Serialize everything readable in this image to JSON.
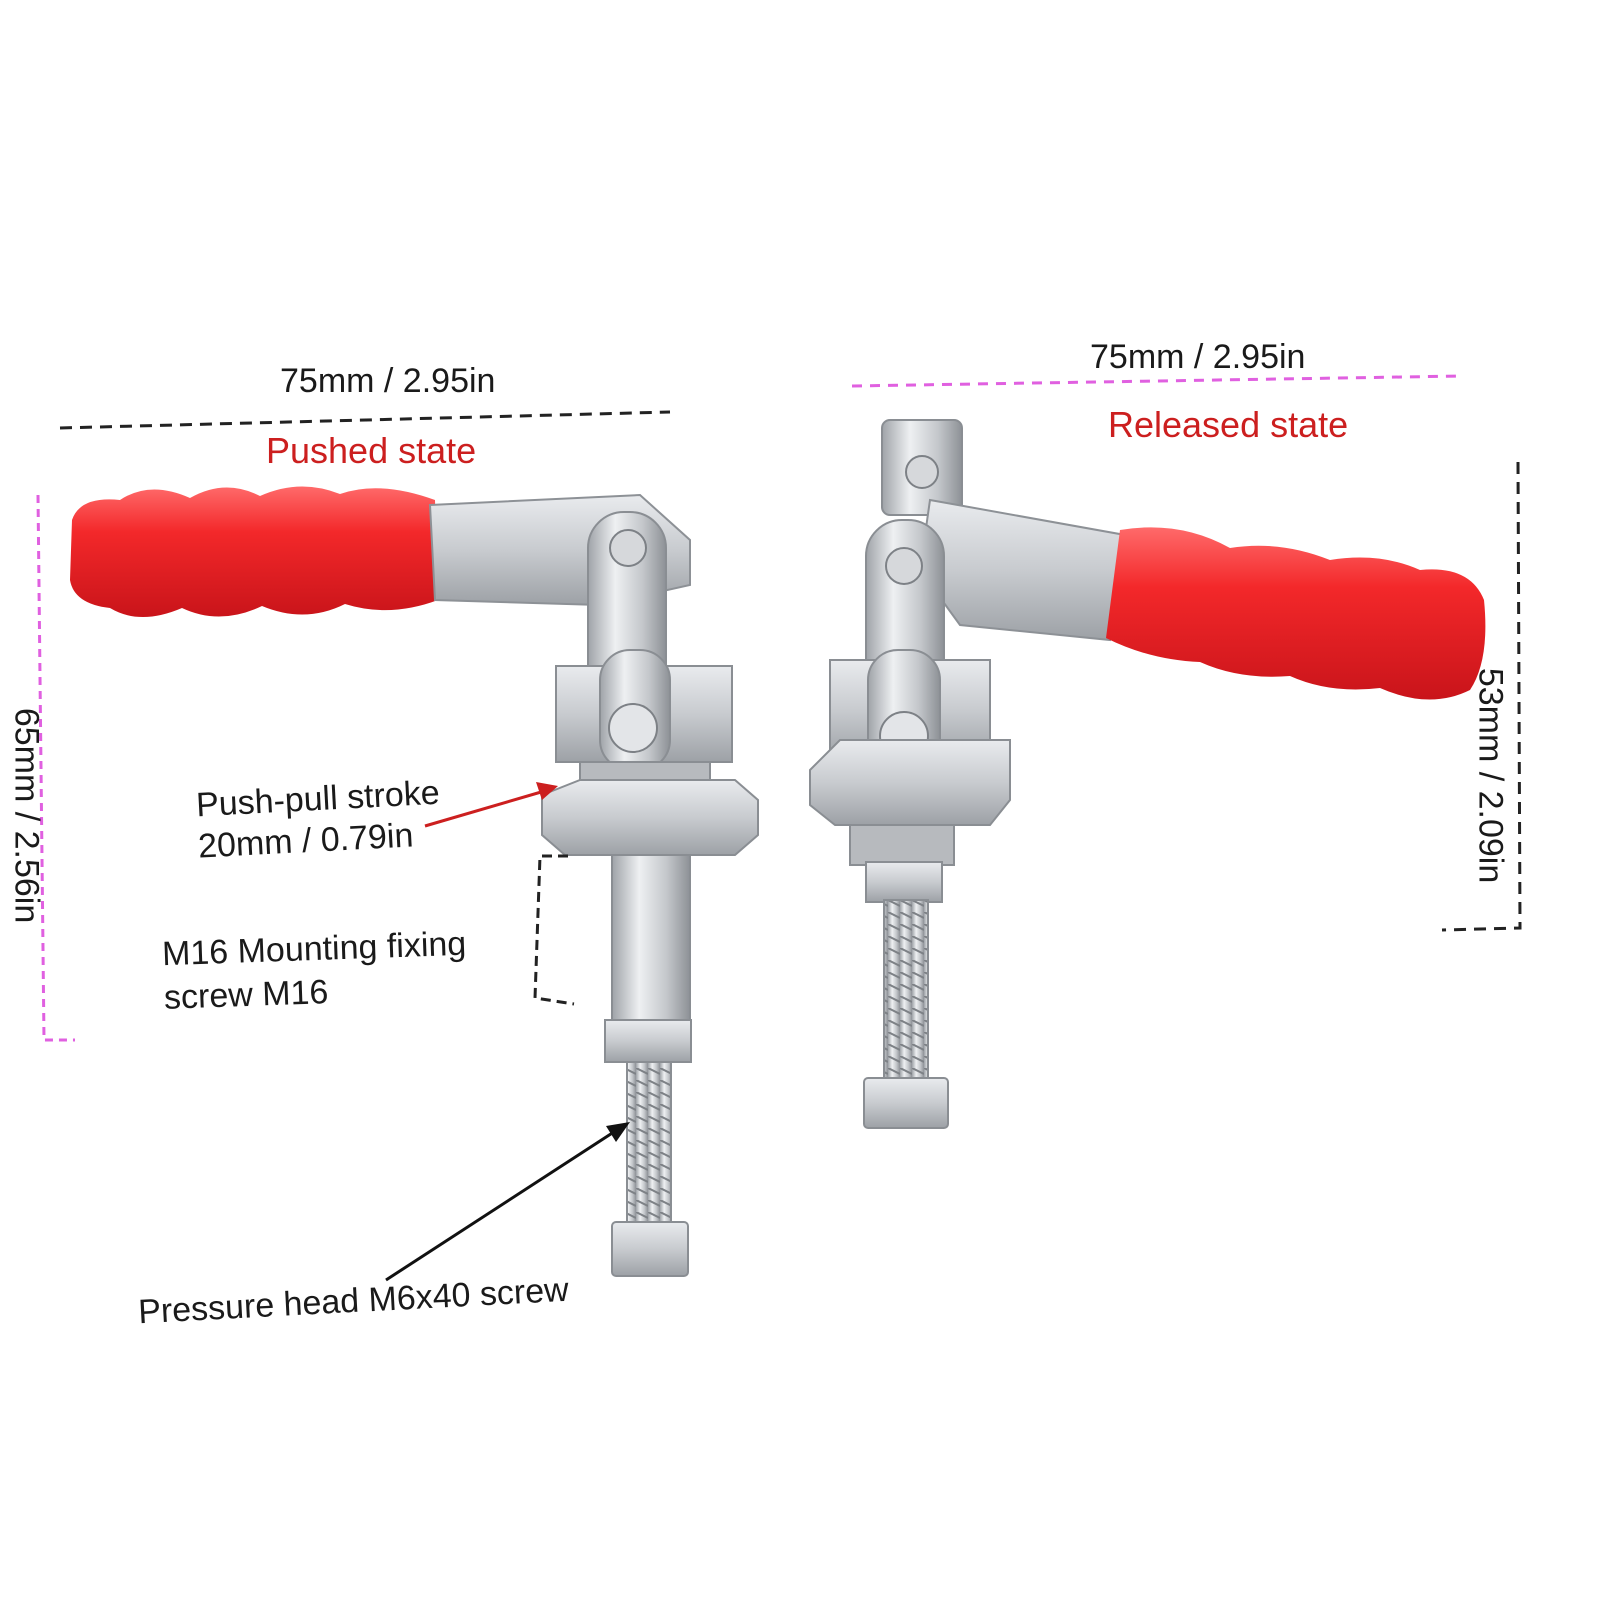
{
  "left_clamp": {
    "width_label": "75mm / 2.95in",
    "state_label": "Pushed state",
    "height_label": "65mm / 2.56in",
    "stroke_label_line1": "Push-pull stroke",
    "stroke_label_line2": "20mm / 0.79in",
    "mount_label_line1": "M16 Mounting fixing",
    "mount_label_line2": "screw M16",
    "pressure_label": "Pressure head M6x40 screw"
  },
  "right_clamp": {
    "width_label": "75mm / 2.95in",
    "state_label": "Released state",
    "height_label": "53mm / 2.09in"
  },
  "colors": {
    "handle_red": "#f0282a",
    "state_text": "#cc1f1f",
    "pink_dash": "#e060e0",
    "black_dash": "#222222",
    "arrow_red": "#cc1f1f",
    "metal": "#c9ccd0"
  }
}
